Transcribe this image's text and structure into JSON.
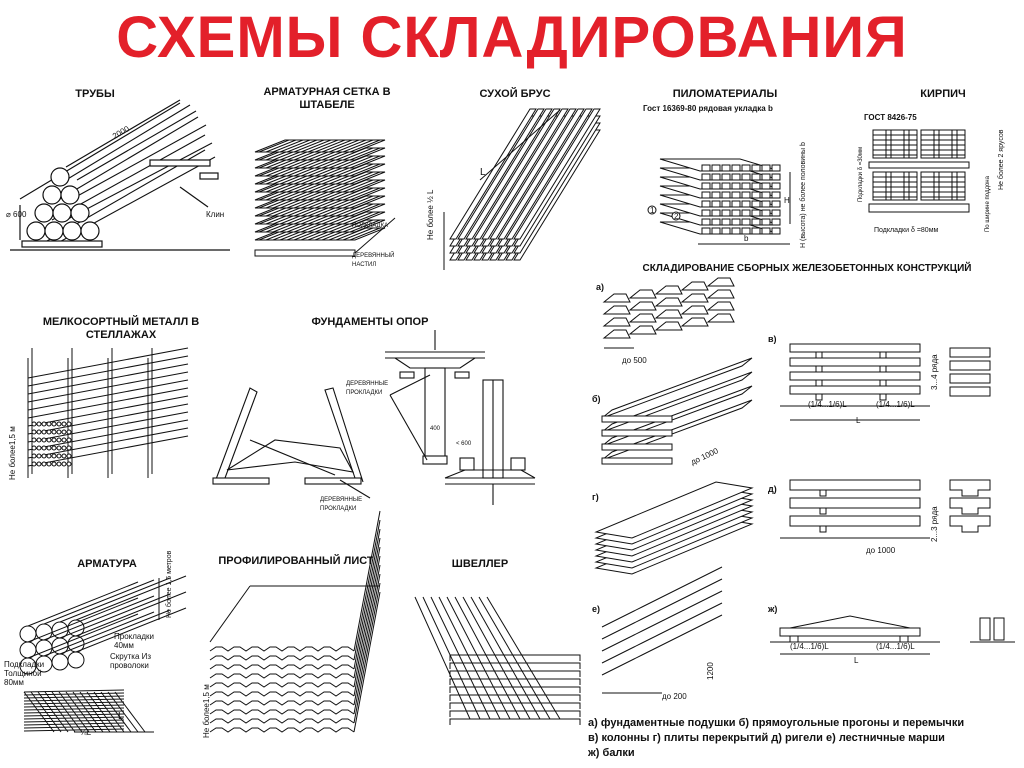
{
  "title": "СХЕМЫ СКЛАДИРОВАНИЯ",
  "colors": {
    "title": "#e3202a",
    "ink": "#111111"
  },
  "sections": {
    "pipes": {
      "label": "ТРУБЫ",
      "dim": "2000",
      "diameter": "⌀ 600",
      "wedge": "Клин"
    },
    "mesh": {
      "label": "АРМАТУРНАЯ СЕТКА В ШТАБЕЛЕ",
      "pad": "ПОДКЛАДКА",
      "deck": "ДЕРЕВЯННЫЙ НАСТИЛ"
    },
    "timber": {
      "label": "СУХОЙ БРУС",
      "len": "L",
      "max": "Не более ½ L"
    },
    "lumber": {
      "label": "ПИЛОМАТЕРИАЛЫ",
      "gost": "Гост 16369-80  рядовая укладка b",
      "b": "b",
      "h": "H",
      "note": "H (высота) не более половины b",
      "n1": "1",
      "n2": "2"
    },
    "brick": {
      "label": "КИРПИЧ",
      "gost": "ГОСТ 8426-75",
      "pad1": "Подкладки δ =30мм",
      "pad2": "Подкладки δ =80мм",
      "tiers": "Не более 2 ярусов",
      "width": "По ширине поддона"
    },
    "metal": {
      "label": "МЕЛКОСОРТНЫЙ МЕТАЛЛ В СТЕЛЛАЖАХ",
      "max": "Не более1,5 м"
    },
    "found": {
      "label": "ФУНДАМЕНТЫ ОПОР",
      "pads1": "ДЕРЕВЯННЫЕ ПРОКЛАДКИ",
      "pads2": "ДЕРЕВЯННЫЕ ПРОКЛАДКИ",
      "d400": "400",
      "d600": "< 600"
    },
    "rebar": {
      "label": "АРМАТУРА",
      "max": "Не более 1,5 метров",
      "pads": "Прокладки 40мм",
      "twist": "Скрутка Из проволоки",
      "sub": "Подкладки Толщиной 80мм",
      "l": "L",
      "q": "¼L"
    },
    "prof": {
      "label": "ПРОФИЛИРОВАННЫЙ ЛИСТ",
      "max": "Не более1,5 м"
    },
    "chan": {
      "label": "ШВЕЛЛЕР"
    },
    "rc": {
      "label": "СКЛАДИРОВАНИЕ СБОРНЫХ ЖЕЛЕЗОБЕТОННЫХ КОНСТРУКЦИЙ",
      "a": "а)",
      "b": "б)",
      "v": "в)",
      "g": "г)",
      "d": "д)",
      "e": "е)",
      "zh": "ж)",
      "a_dim": "до 500",
      "b_dim": "до 1000",
      "v_rows": "3...4 ряда",
      "v_f1": "(1/4...1/6)L",
      "v_f2": "(1/4...1/6)L",
      "v_l": "L",
      "d_rows": "2...3 ряда",
      "d_dim": "до 1000",
      "e_dim1": "1200",
      "e_dim2": "до 200",
      "zh_f1": "(1/4...1/6)L",
      "zh_f2": "(1/4...1/6)L",
      "zh_l": "L"
    }
  },
  "legend": [
    "а) фундаментные подушки  б) прямоугольные прогоны и перемычки",
    "в) колонны  г) плиты перекрытий  д) ригели  е) лестничные марши",
    "ж) балки"
  ]
}
